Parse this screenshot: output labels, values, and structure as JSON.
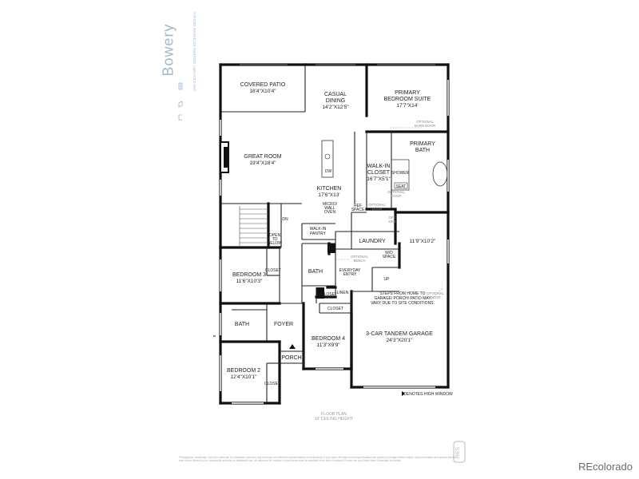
{
  "brand": {
    "name": "Bowery",
    "subtitle": "MID-CENTURY MODERN EXTERIOR DESIGN"
  },
  "rooms": {
    "covered_patio": {
      "name": "COVERED PATIO",
      "dim": "18'4\"X10'4\""
    },
    "casual_dining": {
      "name1": "CASUAL",
      "name2": "DINING",
      "dim": "14'2\"X12'5\""
    },
    "primary_suite": {
      "name1": "PRIMARY",
      "name2": "BEDROOM SUITE",
      "dim": "17'7\"X14'"
    },
    "great_room": {
      "name": "GREAT ROOM",
      "dim": "19'4\"X18'4\""
    },
    "kitchen": {
      "name": "KITCHEN",
      "dim": "17'6\"X13'"
    },
    "primary_bath": {
      "name1": "PRIMARY",
      "name2": "BATH"
    },
    "walk_in_closet": {
      "name1": "WALK-IN",
      "name2": "CLOSET",
      "dim": "16'7\"X5'1\""
    },
    "laundry": {
      "name": "LAUNDRY"
    },
    "flex": {
      "dim": "11'9\"X10'2\""
    },
    "bedroom3": {
      "name": "BEDROOM 3",
      "dim": "11'6\"X10'3\""
    },
    "bedroom4": {
      "name": "BEDROOM 4",
      "dim": "11'3\"X9'9\""
    },
    "bedroom2": {
      "name": "BEDROOM 2",
      "dim": "12'4\"X10'1\""
    },
    "garage": {
      "name": "3-CAR TANDEM GARAGE",
      "dim": "24'3\"X20'1\""
    },
    "bath": "BATH",
    "foyer": "FOYER",
    "porch": "PORCH",
    "closet": "CLOSET",
    "linen": "LINEN"
  },
  "labels": {
    "dw": "DW",
    "ref1": "REF",
    "ref2": "SPACE",
    "micro1": "MICRO/",
    "micro2": "WALL",
    "micro3": "OVEN",
    "walk_in_pantry1": "WALK-IN",
    "walk_in_pantry2": "PANTRY",
    "open1": "OPEN",
    "open2": "TO",
    "open3": "BELOW",
    "dn": "DN",
    "up": "UP",
    "shower": "SHOWER",
    "seat": "SEAT",
    "wd1": "W/D",
    "wd2": "SPACE",
    "everyday1": "EVERYDAY",
    "everyday2": "ENTRY",
    "opt_barn1": "OPTIONAL",
    "opt_barn2": "BARN DOOR",
    "opt_door1": "OPTIONAL",
    "opt_door2": "DOOR",
    "opt_sink1": "OPT",
    "opt_sink2": "SINK",
    "opt_bench1": "OPTIONAL",
    "opt_bench2": "BENCH",
    "steps1": "STEPS FROM HOME TO",
    "steps2": "GARAGE/ PORCH/ PATIO MAY",
    "steps3": "VARY DUE TO SITE CONDITIONS.",
    "high_window": "DENOTES HIGH WINDOW",
    "floor_plan": "FLOOR PLAN",
    "ceiling": "10' CEILING HEIGHT"
  },
  "legal": "Photographs, renderings, and floor plans are for illustration purposes only and may not reflect the actual features or dimensions of any home. All features and specifications are subject to change without notice. Square footages and options shown may not be offered in your community and may be additional cost. All options to be included in your home must be specified at the time of contract. Please see your New Home Consultant for details.",
  "watermark": "REcolorado",
  "res_mark": "RES"
}
